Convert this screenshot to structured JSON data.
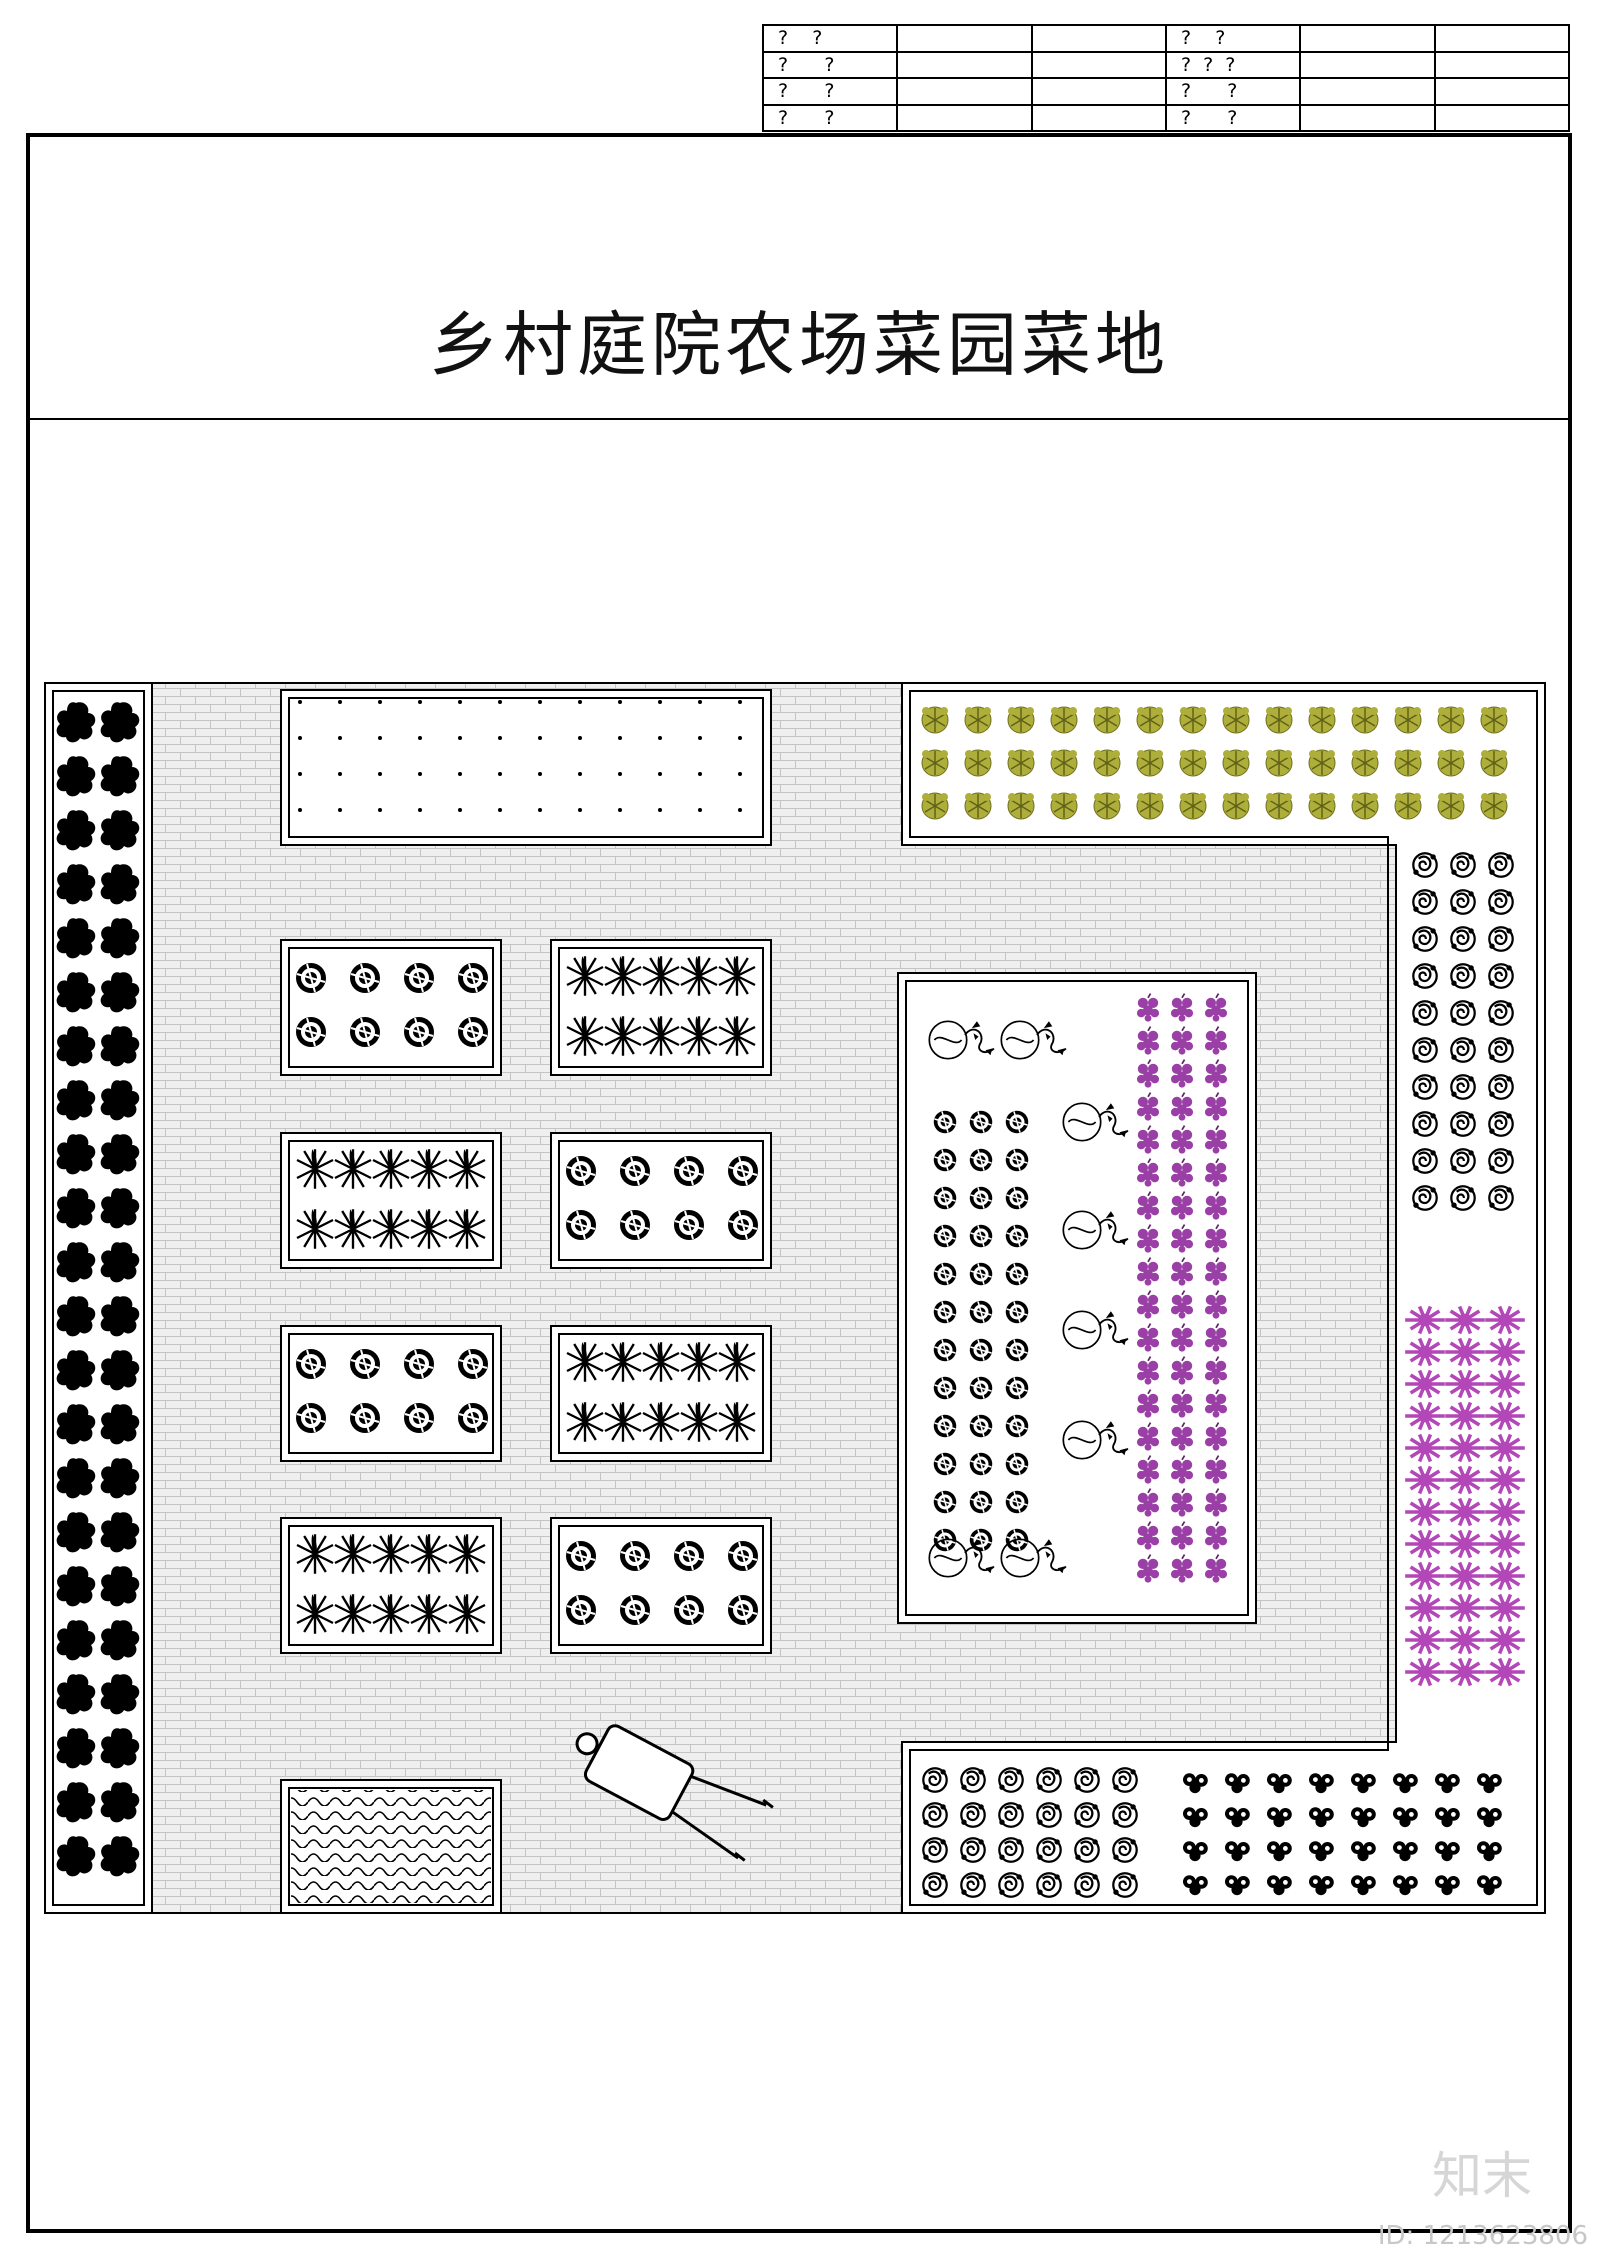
{
  "title_block": {
    "rows": [
      [
        "?    ?",
        "",
        "",
        "?    ?",
        "",
        ""
      ],
      [
        "?      ?",
        "",
        "",
        "?  ?  ?",
        "",
        ""
      ],
      [
        "?      ?",
        "",
        "",
        "?      ?",
        "",
        ""
      ],
      [
        "?      ?",
        "",
        "",
        "?      ?",
        "",
        ""
      ]
    ]
  },
  "sheet": {
    "title": "乡村庭院农场菜园菜地"
  },
  "corner": {
    "brand": "知末",
    "drawing_id": "ID: 1213623806"
  },
  "plan": {
    "elements": [
      "left-tree-hedge",
      "gravel-bed",
      "vegetable-beds",
      "central-bed",
      "ornamental-hedge",
      "wheelbarrow",
      "water-tile"
    ],
    "colors": {
      "paving": "#eeeeee",
      "olive_shrub": "#aeae3a",
      "purple_flower": "#9a3fa6",
      "pink_flower": "#b347b8",
      "outline": "#000000"
    }
  }
}
